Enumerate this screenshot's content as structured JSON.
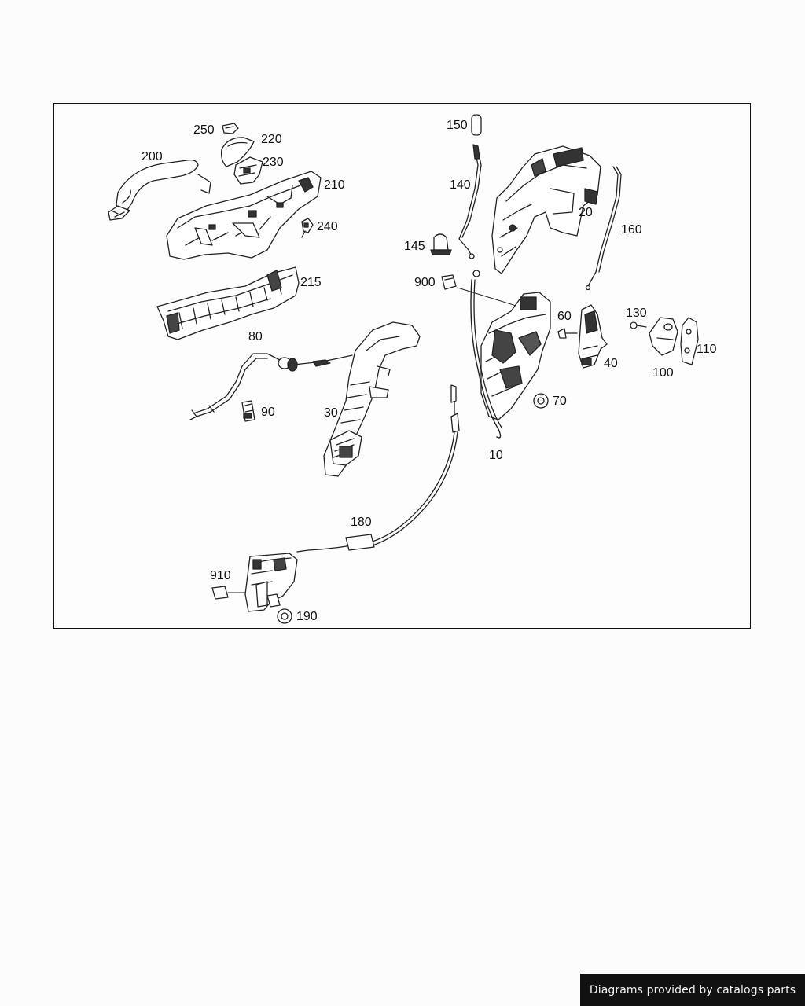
{
  "diagram": {
    "part_labels": {
      "p250": "250",
      "p220": "220",
      "p230": "230",
      "p200": "200",
      "p210": "210",
      "p240": "240",
      "p215": "215",
      "p80": "80",
      "p90": "90",
      "p30": "30",
      "p150": "150",
      "p140": "140",
      "p145": "145",
      "p20": "20",
      "p160": "160",
      "p900": "900",
      "p60": "60",
      "p130": "130",
      "p40": "40",
      "p110": "110",
      "p100": "100",
      "p70": "70",
      "p10": "10",
      "p180": "180",
      "p910": "910",
      "p190": "190"
    }
  },
  "footer": {
    "credit": "Diagrams provided by catalogs parts"
  },
  "colors": {
    "line": "#222222",
    "fill": "#ffffff",
    "dark_fill": "#3a3a3a",
    "credit_bg": "#111111"
  }
}
